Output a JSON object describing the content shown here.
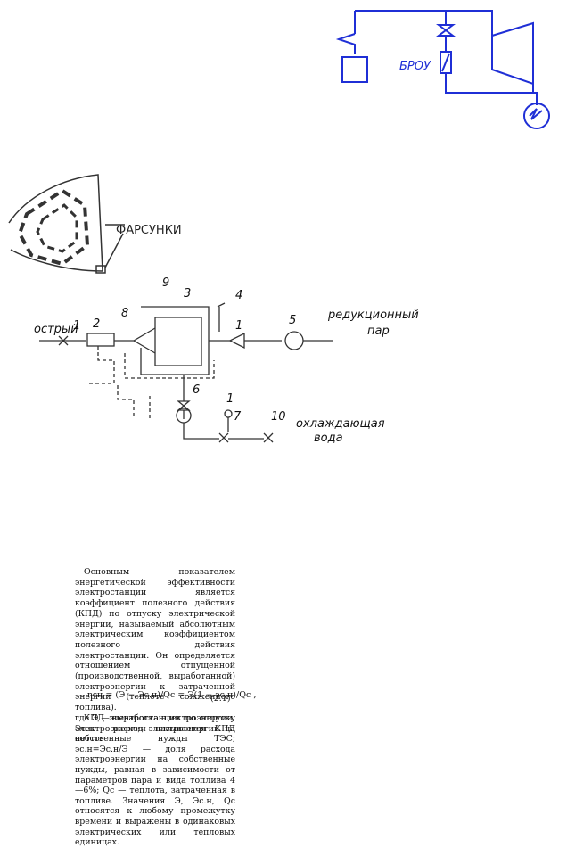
{
  "top_diagram": {
    "broy_label": "БРОУ"
  },
  "burner_sketch": {
    "label": "ФАРСУНКИ"
  },
  "roy_diagram": {
    "inlet_label": "острый",
    "outlet_label_line1": "редукционный",
    "outlet_label_line2": "пар",
    "water_label_line1": "охлаждающая",
    "water_label_line2": "вода",
    "numbers": [
      "1",
      "2",
      "8",
      "9",
      "3",
      "4",
      "5",
      "1",
      "6",
      "1",
      "7",
      "10"
    ]
  },
  "text": {
    "para1": "Основным показателем энергетической эффективности электростанции является коэффициент полезного действия (КПД) по отпуску электрической энергии, называемый абсолютным электрическим коэффициентом полезного действия электростанции. Он определяется отношением отпущенной (производственной, выработанной) электроэнергии к затраченной энергии (теплоте сожженного топлива).",
    "para2": "КПД электростанции по отпуску электроэнергии называется КПД нетто:",
    "formula": "ηсн = (Э − Эс.н)/Qс = Э(1 − эс.н)/Qс ,",
    "formula_number": "(2.1)",
    "para3": "где Э — выработка электроэнергии; Эс.н — расход электроэнергии на собственные нужды ТЭС; эс.н=Эс.н/Э — доля расхода электроэнергии на собственные нужды, равная в зависимости от параметров пара и вида топлива 4—6%; Qс — теплота, затраченная в топливе. Значения Э, Эс.н, Qс относятся к любому промежутку времени и выражены в одинаковых электрических или тепловых единицах."
  },
  "colors": {
    "cad_blue": "#1f2fd6",
    "sketch_gray": "#333333"
  }
}
